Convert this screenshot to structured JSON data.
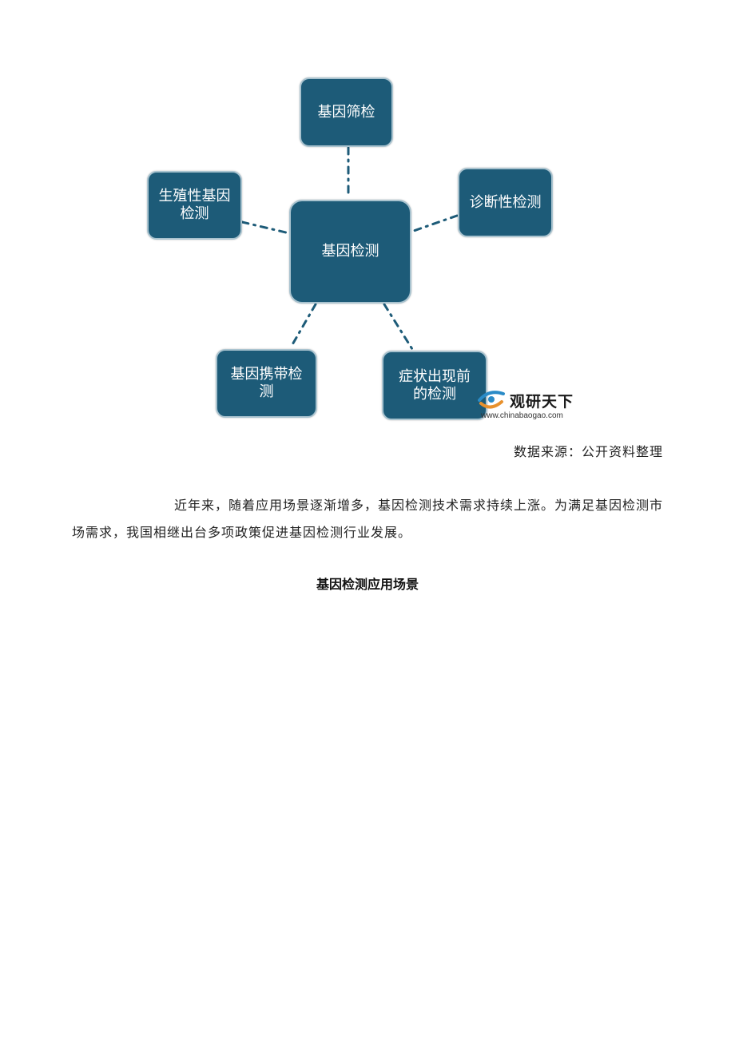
{
  "diagram": {
    "center": "基因检测",
    "top": "基因筛检",
    "right": "诊断性检测",
    "left": "生殖性基因\n检测",
    "bottom_left": "基因携带检\n测",
    "bottom_right": "症状出现前\n的检测",
    "node_color": "#1d5b78",
    "link_color": "#1d5b78"
  },
  "logo": {
    "title": "观研天下",
    "url": "www.chinabaogao.com"
  },
  "source": "数据来源：公开资料整理",
  "paragraph": "近年来，随着应用场景逐渐增多，基因检测技术需求持续上涨。为满足基因检测市场需求，我国相继出台多项政策促进基因检测行业发展。",
  "caption": "基因检测应用场景"
}
